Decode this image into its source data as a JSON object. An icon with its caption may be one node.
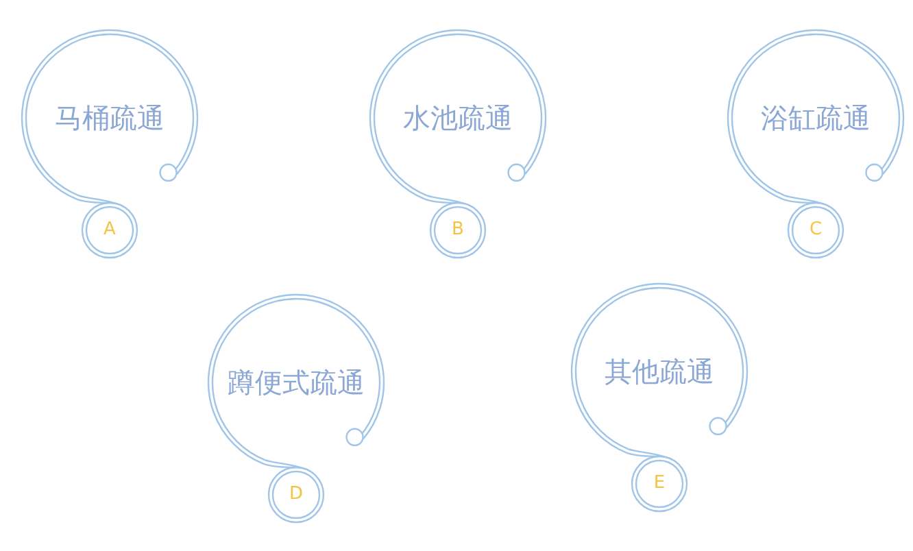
{
  "diagram": {
    "nodes": [
      {
        "text": [
          "马桶疏通"
        ]
      },
      {
        "text": [
          "A"
        ]
      },
      {
        "text": [
          "水池疏通"
        ]
      },
      {
        "text": [
          "B"
        ]
      },
      {
        "text": [
          "浴缸疏通"
        ]
      },
      {
        "text": [
          "C"
        ]
      },
      {
        "text": [
          "蹲便式疏通"
        ]
      },
      {
        "text": [
          "D"
        ]
      },
      {
        "text": [
          "其他疏通"
        ]
      },
      {
        "text": [
          "E"
        ]
      }
    ],
    "edges": [
      {
        "from": 0,
        "to": 1,
        "arrow": "none"
      },
      {
        "from": 2,
        "to": 3,
        "arrow": "none"
      },
      {
        "from": 4,
        "to": 5,
        "arrow": "none"
      },
      {
        "from": 6,
        "to": 7,
        "arrow": "none"
      },
      {
        "from": 8,
        "to": 9,
        "arrow": "none"
      }
    ]
  }
}
